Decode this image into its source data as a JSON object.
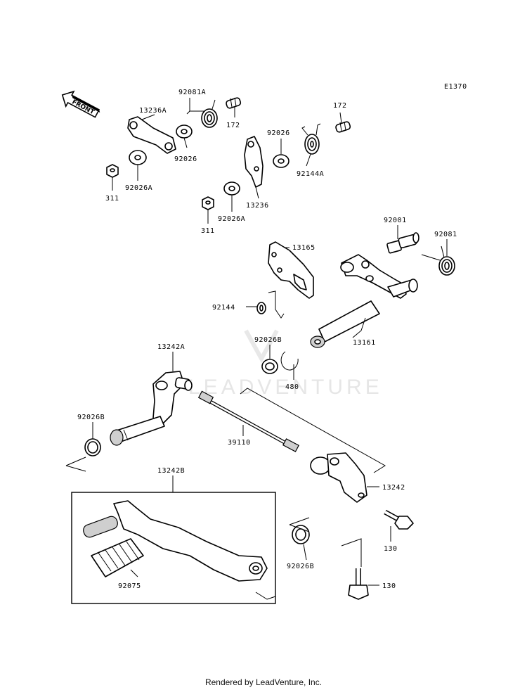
{
  "diagram_code": "E1370",
  "front_arrow": "FRONT",
  "watermark": "LEADVENTURE",
  "footer": "Rendered by LeadVenture, Inc.",
  "labels": {
    "p92081A": "92081A",
    "p13236A": "13236A",
    "p172a": "172",
    "p172b": "172",
    "p92026a": "92026",
    "p92026b": "92026",
    "p92144A": "92144A",
    "p92026A1": "92026A",
    "p311a": "311",
    "p13236": "13236",
    "p311b": "311",
    "p92026A2": "92026A",
    "p92001": "92001",
    "p92081": "92081",
    "p13165": "13165",
    "p92144": "92144",
    "p13161": "13161",
    "p92026B1": "92026B",
    "p480": "480",
    "p13242A": "13242A",
    "p92026B2": "92026B",
    "p39110": "39110",
    "p13242": "13242",
    "p13242B": "13242B",
    "p130a": "130",
    "p92026B3": "92026B",
    "p92075": "92075",
    "p130b": "130"
  }
}
